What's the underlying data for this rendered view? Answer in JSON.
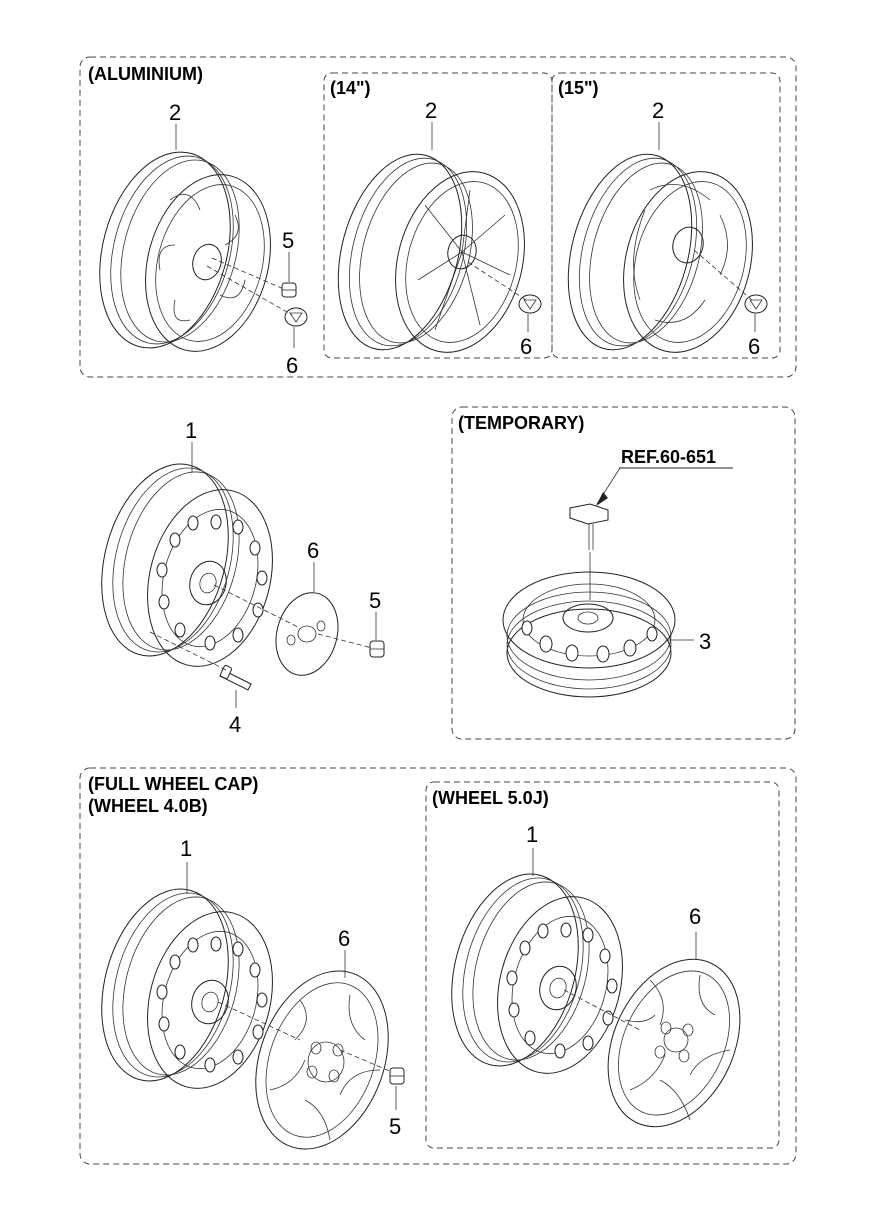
{
  "sections": {
    "aluminium": {
      "title": "(ALUMINIUM)",
      "sub_14": "(14\")",
      "sub_15": "(15\")"
    },
    "temporary": {
      "title": "(TEMPORARY)",
      "ref": "REF.60-651"
    },
    "full_cap": {
      "title_line1": "(FULL WHEEL CAP)",
      "title_line2": "(WHEEL 4.0B)"
    },
    "wheel_50j": {
      "title": "(WHEEL 5.0J)"
    }
  },
  "callouts": {
    "al_wheel": "2",
    "al_nut": "5",
    "al_cap": "6",
    "al14_wheel": "2",
    "al14_cap": "6",
    "al15_wheel": "2",
    "al15_cap": "6",
    "steel_wheel": "1",
    "steel_cap": "6",
    "steel_nut": "5",
    "steel_valve": "4",
    "temp_wheel": "3",
    "fc_wheel": "1",
    "fc_cap": "6",
    "fc_nut": "5",
    "w50_wheel": "1",
    "w50_cap": "6"
  }
}
